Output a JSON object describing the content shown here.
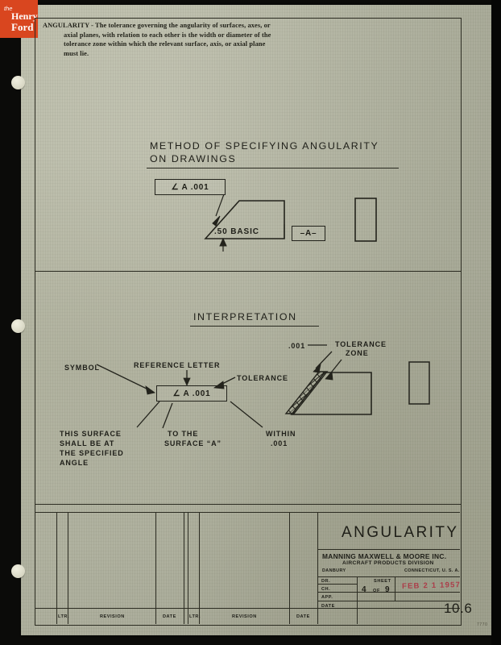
{
  "logo": {
    "line1": "the",
    "line2": "Henry",
    "line3": "Ford",
    "color": "#d9461f"
  },
  "document": {
    "description": {
      "term": "ANGULARITY",
      "line1": "ANGULARITY - The tolerance governing the angularity of surfaces, axes, or",
      "line2": "axial planes, with relation to each other is the width or diameter of the",
      "line3": "tolerance zone within which the relevant surface, axis, or axial plane",
      "line4": "must lie."
    },
    "section_method": {
      "heading_line1": "METHOD OF SPECIFYING ANGULARITY",
      "heading_line2": "ON DRAWINGS",
      "feature_control_frame": "∠ A .001",
      "basic_angle": ".50 BASIC",
      "datum": "–A–"
    },
    "section_interpretation": {
      "heading": "INTERPRETATION",
      "feature_control_frame": "∠ A .001",
      "label_symbol": "SYMBOL",
      "label_reference_letter": "REFERENCE LETTER",
      "label_tolerance": "TOLERANCE",
      "label_tolerance_value": ".001",
      "label_tolerance_zone_l1": "TOLERANCE",
      "label_tolerance_zone_l2": "ZONE",
      "label_surface_l1": "THIS SURFACE",
      "label_surface_l2": "SHALL BE AT",
      "label_surface_l3": "THE SPECIFIED",
      "label_surface_l4": "ANGLE",
      "label_tothe_l1": "TO THE",
      "label_tothe_l2": "SURFACE “A”",
      "label_within_l1": "WITHIN",
      "label_within_l2": ".001"
    },
    "title_block": {
      "title": "ANGULARITY",
      "company": "MANNING MAXWELL & MOORE INC.",
      "division": "AIRCRAFT PRODUCTS DIVISION",
      "city": "DANBURY",
      "state": "CONNECTICUT, U. S. A.",
      "fields": [
        "DR.",
        "CH.",
        "APP.",
        "DATE"
      ],
      "sheet_label": "SHEET",
      "sheet_number": "4",
      "sheet_of": "OF",
      "sheet_total": "9",
      "date_stamp": "FEB 2 1 1957",
      "date_stamp_color": "#b0273a",
      "page_number": "10.6",
      "form_number": "7770"
    },
    "revision_block": {
      "columns_left": [
        "LTR.",
        "REVISION",
        "DATE"
      ],
      "columns_right": [
        "LTR.",
        "REVISION",
        "DATE"
      ]
    }
  }
}
